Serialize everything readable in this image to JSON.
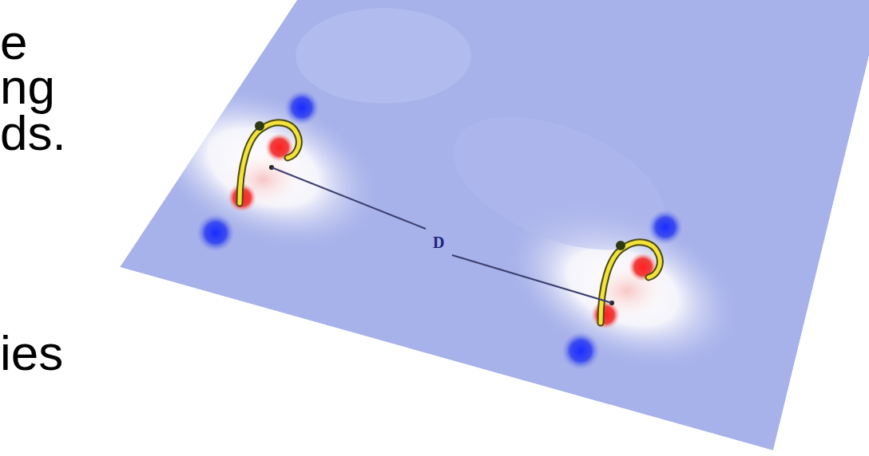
{
  "diagram": {
    "labels": [
      "e",
      "ng",
      "ds.",
      "ies",
      "D"
    ]
  }
}
